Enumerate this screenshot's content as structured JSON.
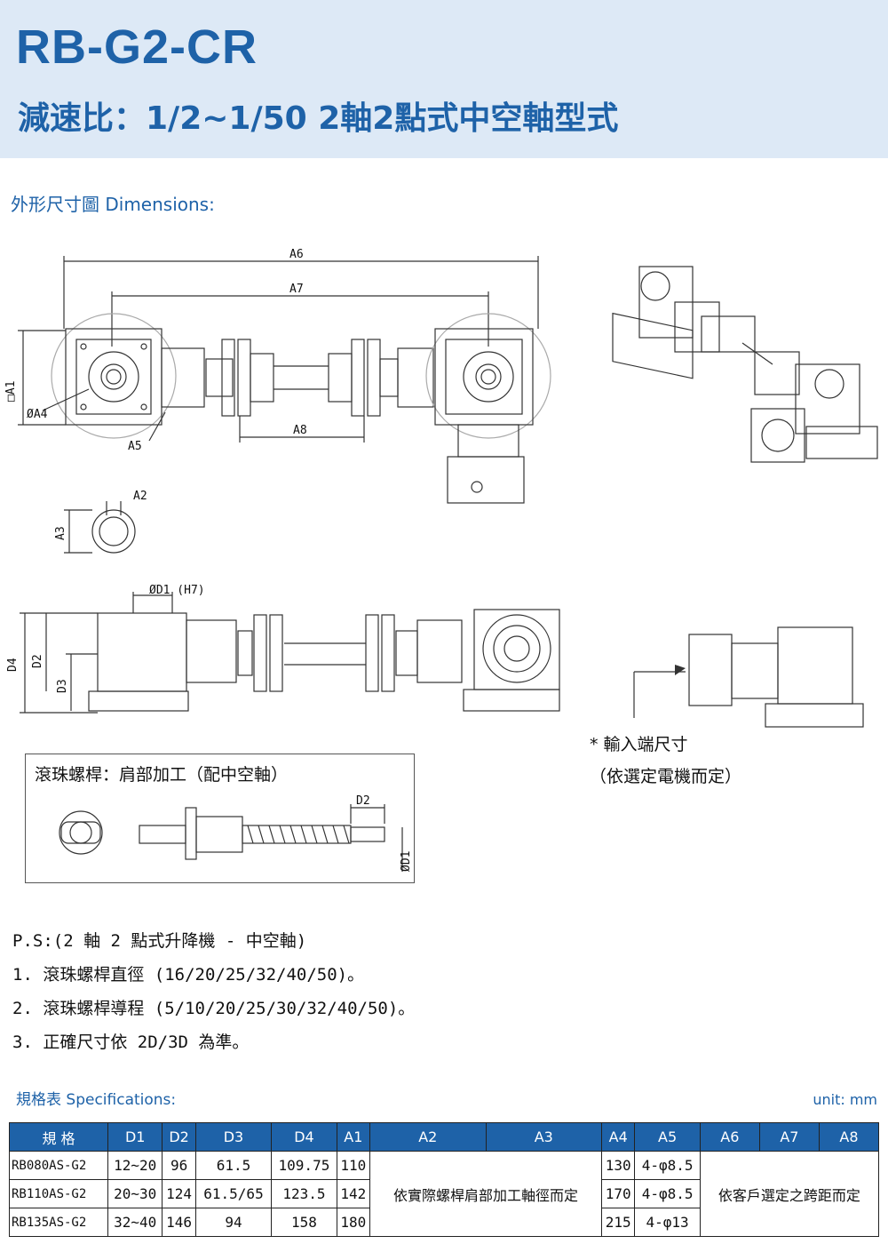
{
  "header": {
    "title": "RB-G2-CR",
    "subtitle": "減速比：1/2~1/50 2軸2點式中空軸型式"
  },
  "dimensions_heading": "外形尺寸圖 Dimensions:",
  "drawing_labels": {
    "a6": "A6",
    "a7": "A7",
    "a8": "A8",
    "a1": "□A1",
    "a4": "ØA4",
    "a5": "A5",
    "a2": "A2",
    "a3": "A3",
    "d1h7": "ØD1 (H7)",
    "d4": "D4",
    "d2": "D2",
    "d3": "D3",
    "d2_screw": "D2",
    "d1_screw": "ØD1"
  },
  "input_note": {
    "line1": "* 輸入端尺寸",
    "line2": "（依選定電機而定）"
  },
  "ballscrew_title": "滾珠螺桿：肩部加工（配中空軸）",
  "ps": {
    "line0": "P.S:(2 軸 2 點式升降機 - 中空軸)",
    "line1": "1. 滾珠螺桿直徑 (16/20/25/32/40/50)。",
    "line2": "2. 滾珠螺桿導程 (5/10/20/25/30/32/40/50)。",
    "line3": "3. 正確尺寸依 2D/3D 為準。"
  },
  "spec": {
    "title": "規格表 Specifications:",
    "unit": "unit: mm",
    "headers": [
      "規 格",
      "D1",
      "D2",
      "D3",
      "D4",
      "A1",
      "A2",
      "A3",
      "A4",
      "A5",
      "A6",
      "A7",
      "A8"
    ],
    "rows": [
      [
        "RB080AS-G2",
        "12~20",
        "96",
        "61.5",
        "109.75",
        "110",
        "130",
        "4-φ8.5"
      ],
      [
        "RB110AS-G2",
        "20~30",
        "124",
        "61.5/65",
        "123.5",
        "142",
        "170",
        "4-φ8.5"
      ],
      [
        "RB135AS-G2",
        "32~40",
        "146",
        "94",
        "158",
        "180",
        "215",
        "4-φ13"
      ]
    ],
    "a2a3_note": "依實際螺桿肩部加工軸徑而定",
    "a6a8_note": "依客戶選定之跨距而定"
  },
  "colors": {
    "accent": "#1e62a8",
    "header_bg": "#dde9f6"
  }
}
